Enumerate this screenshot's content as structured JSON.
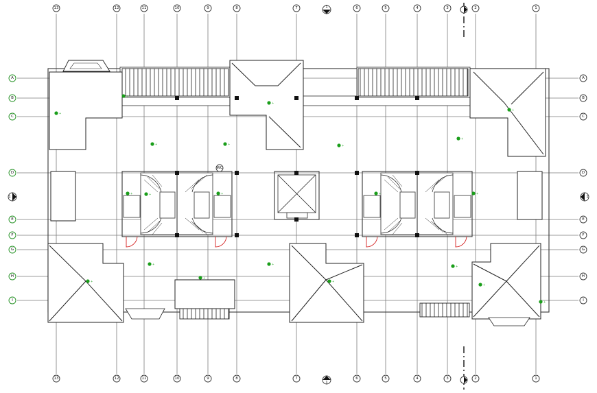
{
  "drawing": {
    "vertical_grid_labels": [
      "13",
      "12",
      "11",
      "10",
      "9",
      "8",
      "7",
      "6",
      "5",
      "4",
      "3",
      "2",
      "1"
    ],
    "horizontal_grid_labels": [
      "A",
      "B",
      "C",
      "D",
      "E",
      "F",
      "G",
      "H",
      "I"
    ],
    "section_marker_label": "1",
    "room_label": "WC",
    "green_annotation_label": "+",
    "colors": {
      "grid": "#7a7a7a",
      "ink": "#222222",
      "annotation_green": "#1a9e1a",
      "door_red": "#d42020"
    }
  }
}
